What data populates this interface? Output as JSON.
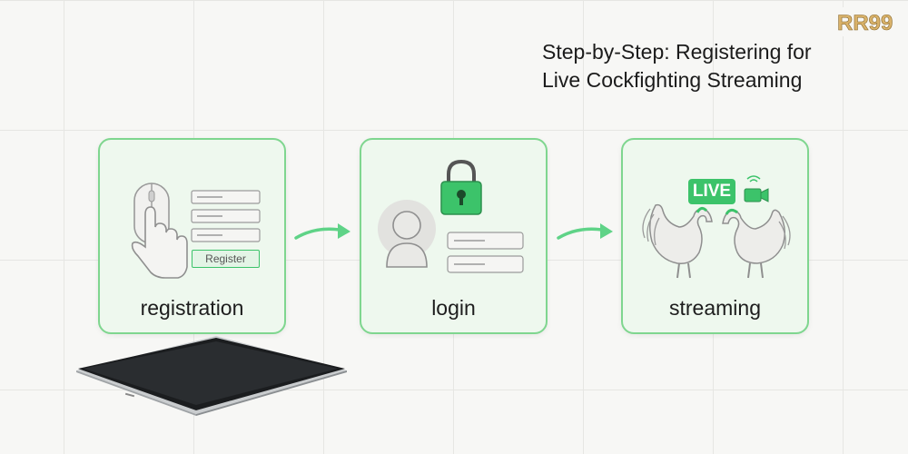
{
  "title": {
    "line1": "Step-by-Step: Registering for",
    "line2": "Live Cockfighting Streaming"
  },
  "logo": {
    "text": "RR99"
  },
  "steps": [
    {
      "label": "registration",
      "icon": "mouse-hand-form-icon",
      "button_label": "Register"
    },
    {
      "label": "login",
      "icon": "user-lock-icon"
    },
    {
      "label": "streaming",
      "icon": "roosters-live-icon",
      "badge": "LIVE"
    }
  ],
  "colors": {
    "accent": "#3cc36a",
    "card_border": "#7fd68f",
    "card_fill": "#eef8ee",
    "text": "#1b1b1b"
  }
}
